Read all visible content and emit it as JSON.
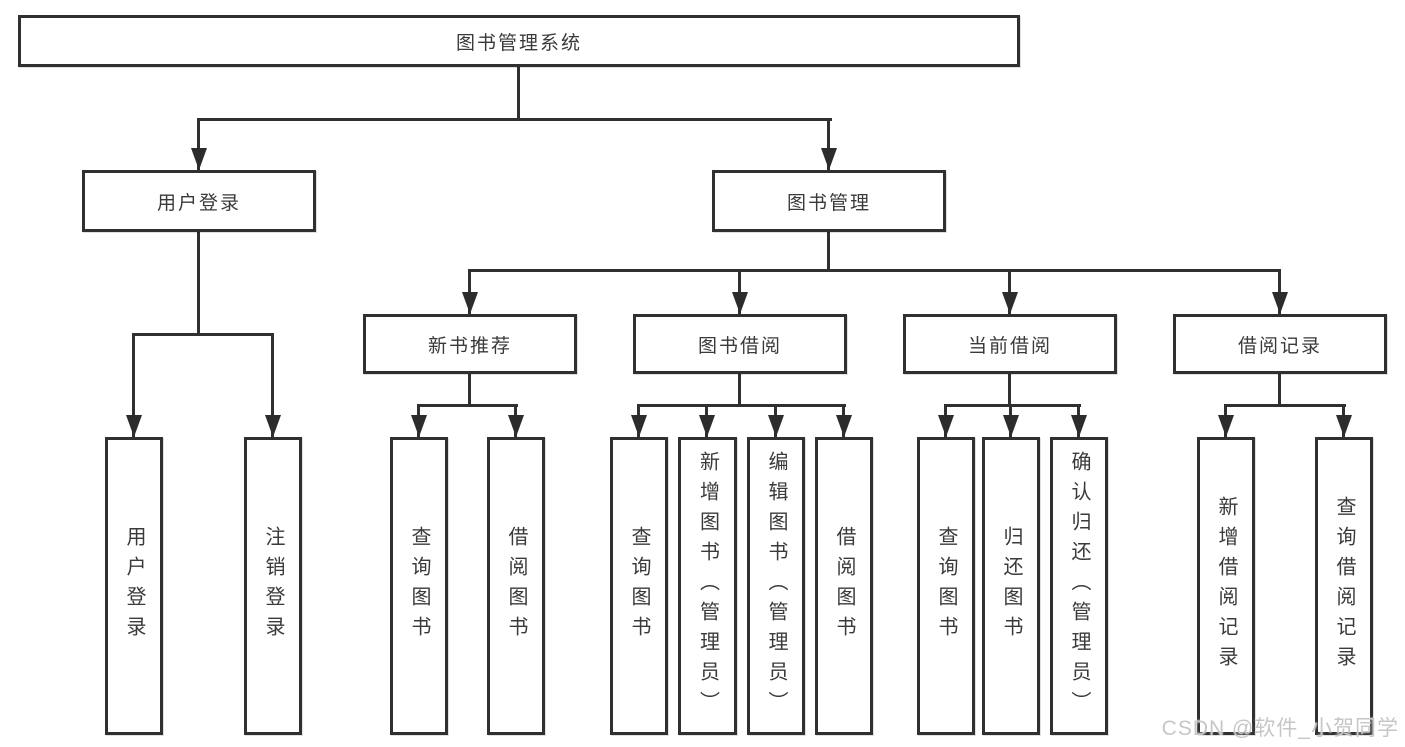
{
  "tree": {
    "label": "图书管理系统",
    "children": [
      {
        "label": "用户登录",
        "children": [
          {
            "label": "用户登录"
          },
          {
            "label": "注销登录"
          }
        ]
      },
      {
        "label": "图书管理",
        "children": [
          {
            "label": "新书推荐",
            "children": [
              {
                "label": "查询图书"
              },
              {
                "label": "借阅图书"
              }
            ]
          },
          {
            "label": "图书借阅",
            "children": [
              {
                "label": "查询图书"
              },
              {
                "label": "新增图书（管理员）"
              },
              {
                "label": "编辑图书（管理员）"
              },
              {
                "label": "借阅图书"
              }
            ]
          },
          {
            "label": "当前借阅",
            "children": [
              {
                "label": "查询图书"
              },
              {
                "label": "归还图书"
              },
              {
                "label": "确认归还（管理员）"
              }
            ]
          },
          {
            "label": "借阅记录",
            "children": [
              {
                "label": "新增借阅记录"
              },
              {
                "label": "查询借阅记录"
              }
            ]
          }
        ]
      }
    ]
  },
  "watermark": {
    "text": "CSDN @软件_小贺同学"
  },
  "colors": {
    "line": "#303030",
    "box_border": "#303030",
    "text": "#3a3a3a",
    "watermark": "#c6c6c6",
    "background": "#ffffff"
  }
}
